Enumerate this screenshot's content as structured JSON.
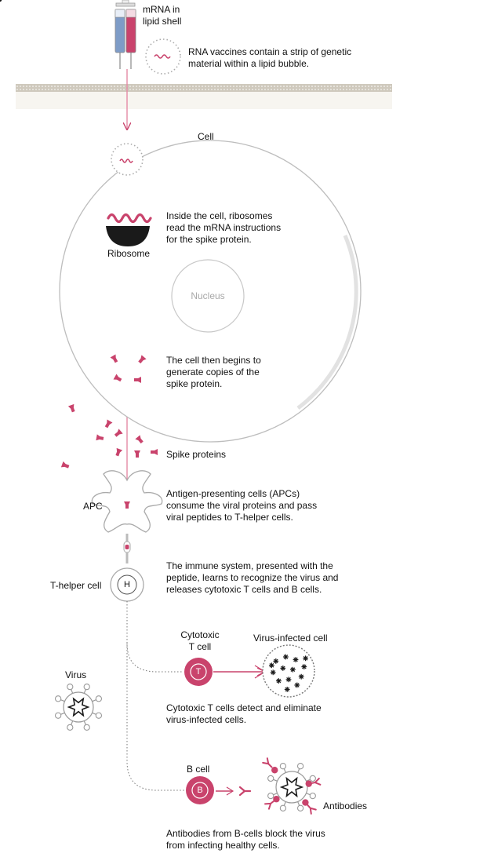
{
  "labels": {
    "mrna_shell": "mRNA in\nlipid shell",
    "cell": "Cell",
    "ribosome": "Ribosome",
    "nucleus": "Nucleus",
    "spike_proteins": "Spike proteins",
    "apc": "APC",
    "t_helper": "T-helper cell",
    "h": "H",
    "cytotoxic": "Cytotoxic\nT cell",
    "t": "T",
    "virus_infected": "Virus-infected cell",
    "virus": "Virus",
    "b_cell": "B cell",
    "b": "B",
    "antibodies": "Antibodies"
  },
  "steps": {
    "vaccine": "RNA vaccines contain a strip of genetic material within a lipid bubble.",
    "ribosome": "Inside the cell, ribosomes read the mRNA instructions for the spike protein.",
    "copies": "The cell then begins to generate copies of the spike protein.",
    "apc": "Antigen-presenting cells (APCs) consume the viral proteins and pass viral peptides to T-helper cells.",
    "immune": "The immune system, presented with the peptide, learns to recognize the virus and releases cytotoxic T cells and B cells.",
    "cytotoxic": "Cytotoxic T cells detect and eliminate virus-infected cells.",
    "antibodies": "Antibodies from B-cells block the virus from infecting healthy cells."
  },
  "colors": {
    "accent": "#c9436c",
    "accent_light": "#e48aa5",
    "blue": "#7e9cc7",
    "gray_line": "#9a9a9a",
    "cell_outline": "#bdbdbd",
    "dark": "#1a1a1a"
  }
}
